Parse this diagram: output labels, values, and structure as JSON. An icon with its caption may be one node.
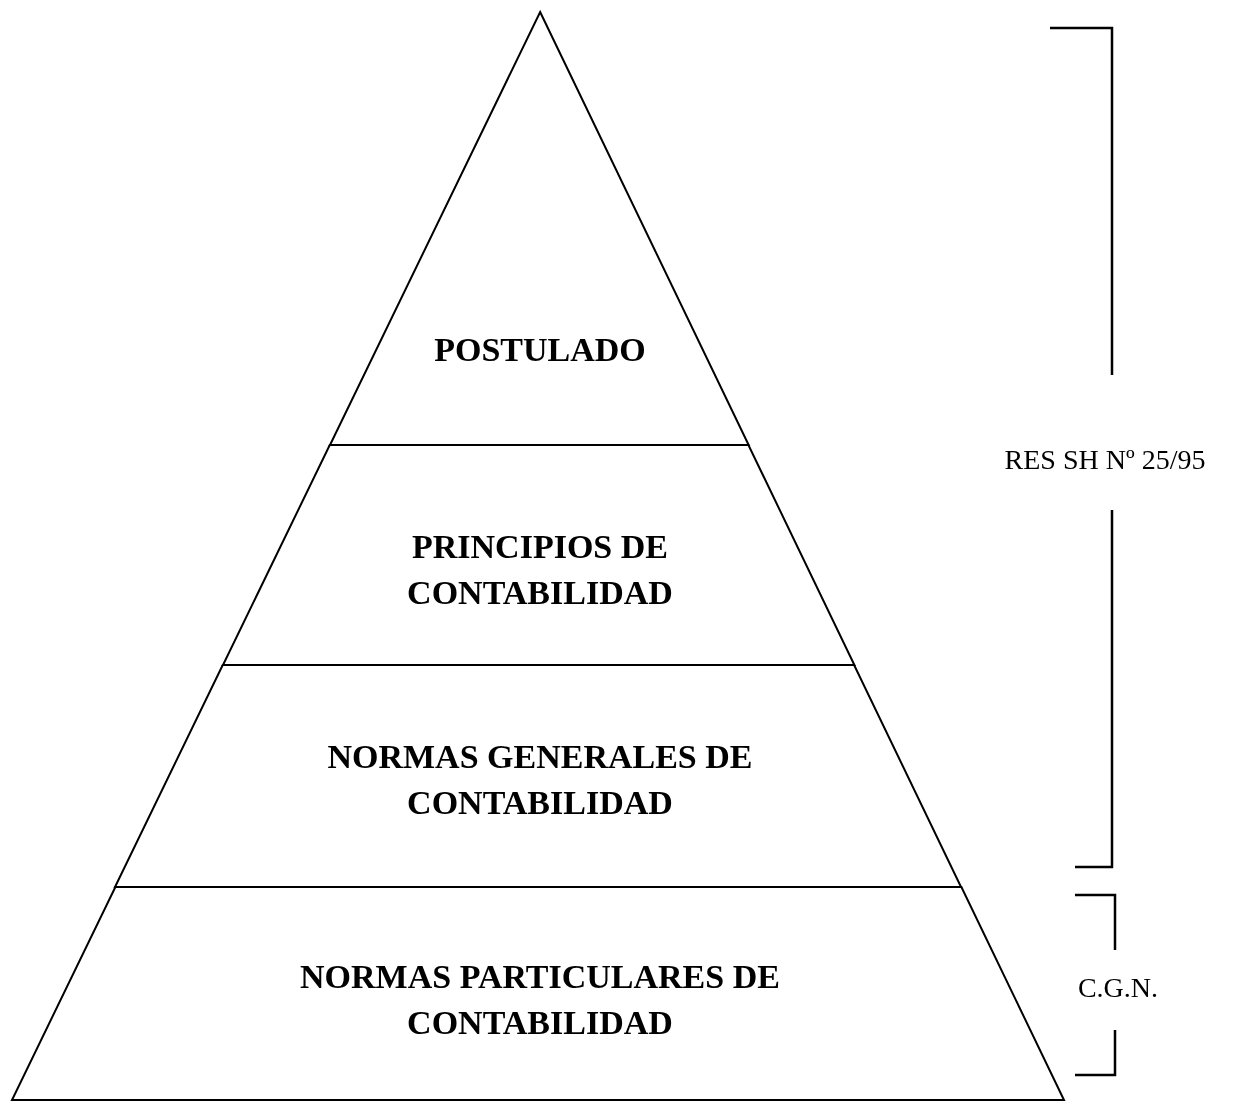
{
  "diagram": {
    "nodes": [
      {
        "text": [
          "POSTULADO"
        ]
      },
      {
        "text": [
          "PRINCIPIOS DE CONTABILIDAD"
        ]
      },
      {
        "text": [
          "NORMAS GENERALES DE CONTABILIDAD"
        ]
      },
      {
        "text": [
          "NORMAS PARTICULARES DE CONTABILIDAD"
        ]
      }
    ],
    "labels": [
      "RES SH Nº 25/95",
      "C.G.N."
    ]
  }
}
